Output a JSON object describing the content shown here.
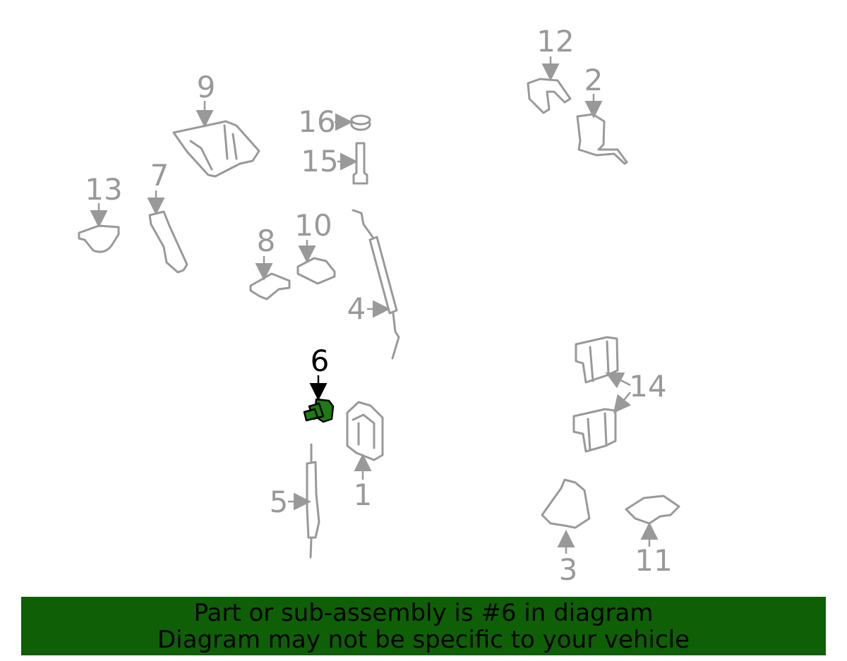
{
  "diagram": {
    "highlight_part": "6",
    "highlight_color": "#1e7a14",
    "callouts": {
      "p1": "1",
      "p2": "2",
      "p3": "3",
      "p4": "4",
      "p5": "5",
      "p6": "6",
      "p7": "7",
      "p8": "8",
      "p9": "9",
      "p10": "10",
      "p11": "11",
      "p12": "12",
      "p13": "13",
      "p14": "14",
      "p15": "15",
      "p16": "16"
    }
  },
  "banner": {
    "line1": "Part or sub-assembly is #6 in diagram",
    "line2": "Diagram may not be specific to your vehicle",
    "color": "#0f5f06"
  }
}
